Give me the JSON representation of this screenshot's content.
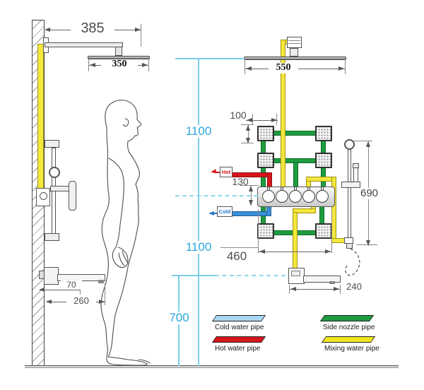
{
  "colors": {
    "accent_cyan": "#2BA6DE",
    "cold_pipe": "#A9D7F2",
    "side_nozzle_pipe": "#1D9B40",
    "hot_pipe": "#D6161C",
    "mixing_pipe": "#F2E71F"
  },
  "left_view": {
    "arm_length": "385",
    "head_width": "350",
    "spout_wall_offset": "70",
    "spout_length": "260"
  },
  "heights": {
    "upper": "1100",
    "middle": "1100",
    "lower": "700"
  },
  "right_view": {
    "head_width": "550",
    "nozzle_spacing": "100",
    "valve_offset": "130",
    "slide_bar_height": "690",
    "valve_width": "460",
    "spout_length": "240",
    "hot_label": "Hot",
    "cold_label": "Cold"
  },
  "legend": {
    "items": [
      {
        "label": "Cold water pipe",
        "color": "#A9D7F2"
      },
      {
        "label": "Side nozzle pipe",
        "color": "#1D9B40"
      },
      {
        "label": "Hot water pipe",
        "color": "#D6161C"
      },
      {
        "label": "Mixing water pipe",
        "color": "#F2E71F"
      }
    ]
  }
}
